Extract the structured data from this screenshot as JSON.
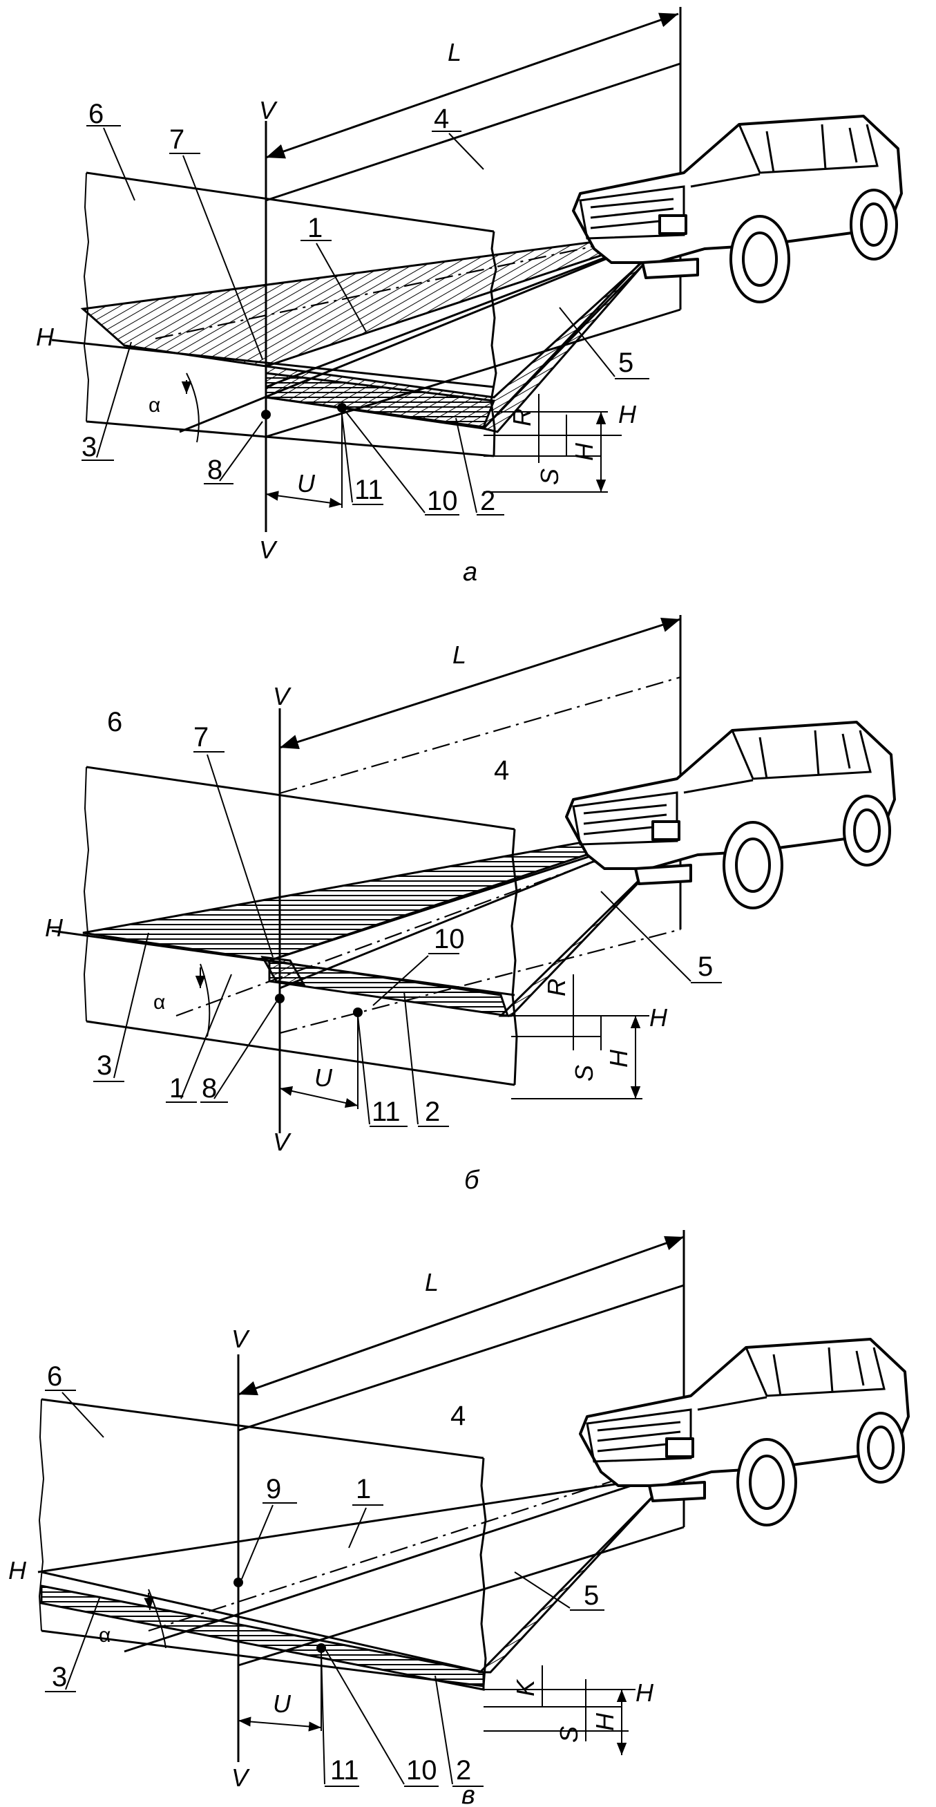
{
  "panels": [
    {
      "caption": "а",
      "callouts": [
        "1",
        "2",
        "3",
        "4",
        "5",
        "6",
        "7",
        "8",
        "10",
        "11"
      ],
      "dims": {
        "L": "L",
        "U": "U",
        "H": "H",
        "R": "R",
        "S": "S",
        "V": "V",
        "alpha": "α"
      }
    },
    {
      "caption": "б",
      "callouts": [
        "1",
        "2",
        "3",
        "4",
        "5",
        "6",
        "7",
        "8",
        "10",
        "11"
      ],
      "dims": {
        "L": "L",
        "U": "U",
        "H": "H",
        "R": "R",
        "S": "S",
        "V": "V",
        "alpha": "α"
      }
    },
    {
      "caption": "в",
      "callouts": [
        "1",
        "2",
        "3",
        "4",
        "5",
        "6",
        "9",
        "10",
        "11"
      ],
      "dims": {
        "L": "L",
        "U": "U",
        "H": "H",
        "K": "K",
        "S": "S",
        "V": "V",
        "alpha": "α"
      }
    }
  ]
}
